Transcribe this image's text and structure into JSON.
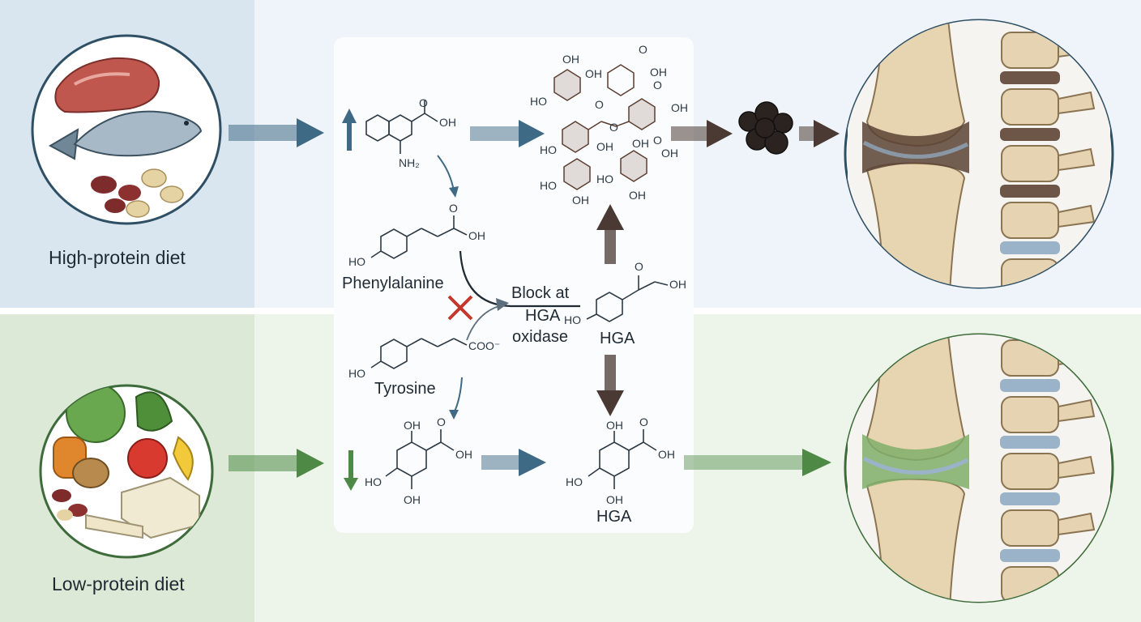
{
  "diet": {
    "high_label": "High-protein diet",
    "low_label": "Low-protein diet"
  },
  "pathway": {
    "phenylalanine": "Phenylalanine",
    "tyrosine": "Tyrosine",
    "block_line1": "Block at",
    "block_line2": "HGA",
    "block_line3": "oxidase",
    "hga_mid": "HGA",
    "hga_bottom": "HGA"
  },
  "chem_labels": {
    "oh": "OH",
    "ho": "HO",
    "nh2": "NH₂",
    "o": "O",
    "coo": "COO⁻"
  },
  "colors": {
    "high_band": "#d9e6f0",
    "high_band_light": "#eef4f9",
    "low_band": "#dce9d6",
    "low_band_light": "#edf4e9",
    "blue_arrow": "#3f6a86",
    "green_arrow": "#4e8a46",
    "brown_arrow": "#4a3a33",
    "block_x": "#c0392b",
    "circle_border_top": "#2f4f64",
    "circle_border_bottom": "#3d6b3a"
  },
  "icons": {
    "up_arrow": "up-arrow-icon",
    "down_arrow": "down-arrow-icon",
    "block": "x-mark-icon"
  }
}
